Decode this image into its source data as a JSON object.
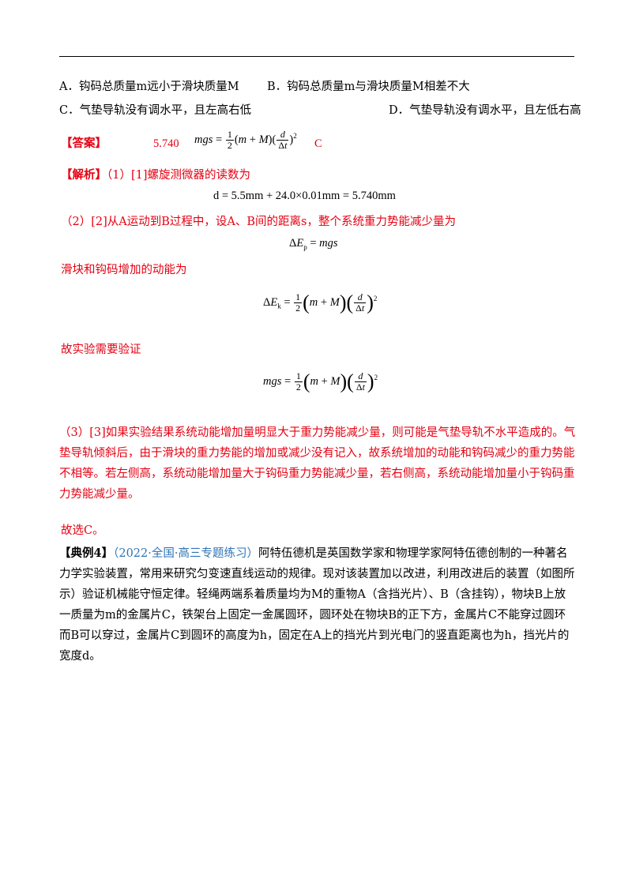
{
  "options": {
    "a": "A．钩码总质量m远小于滑块质量M",
    "b": "B．钩码总质量m与滑块质量M相差不大",
    "c": "C．气垫导轨没有调水平，且左高右低",
    "d": "D．气垫导轨没有调水平，且左低右高"
  },
  "answer": {
    "label": "【答案】",
    "v1": "5.740",
    "v3": "C"
  },
  "analysis": {
    "label": "【解析】",
    "p1": "（1）[1]螺旋测微器的读数为",
    "eq1": "d = 5.5mm + 24.0×0.01mm = 5.740mm",
    "p2": "（2）[2]从A运动到B过程中，设A、B间的距离s，整个系统重力势能减少量为",
    "eq2": "ΔEp = mgs",
    "p3": "滑块和钩码增加的动能为",
    "p4": "故实验需要验证",
    "p5": "（3）[3]如果实验结果系统动能增加量明显大于重力势能减少量，则可能是气垫导轨不水平造成的。气垫导轨倾斜后，由于滑块的重力势能的增加或减少没有记入，故系统增加的动能和钩码减少的重力势能不相等。若左侧高，系统动能增加量大于钩码重力势能减少量，若右侧高，系统动能增加量小于钩码重力势能减少量。",
    "p6": "故选C。"
  },
  "example": {
    "label": "【典例4】",
    "source": "（2022·全国·高三专题练习）",
    "text": "阿特伍德机是英国数学家和物理学家阿特伍德创制的一种著名力学实验装置，常用来研究匀变速直线运动的规律。现对该装置加以改进，利用改进后的装置（如图所示）验证机械能守恒定律。轻绳两端系着质量均为M的重物A（含挡光片）、B（含挂钩），物块B上放一质量为m的金属片C，铁架台上固定一金属圆环，圆环处在物块B的正下方，金属片C不能穿过圆环而B可以穿过，金属片C到圆环的高度为h，固定在A上的挡光片到光电门的竖直距离也为h，挡光片的宽度d。"
  }
}
